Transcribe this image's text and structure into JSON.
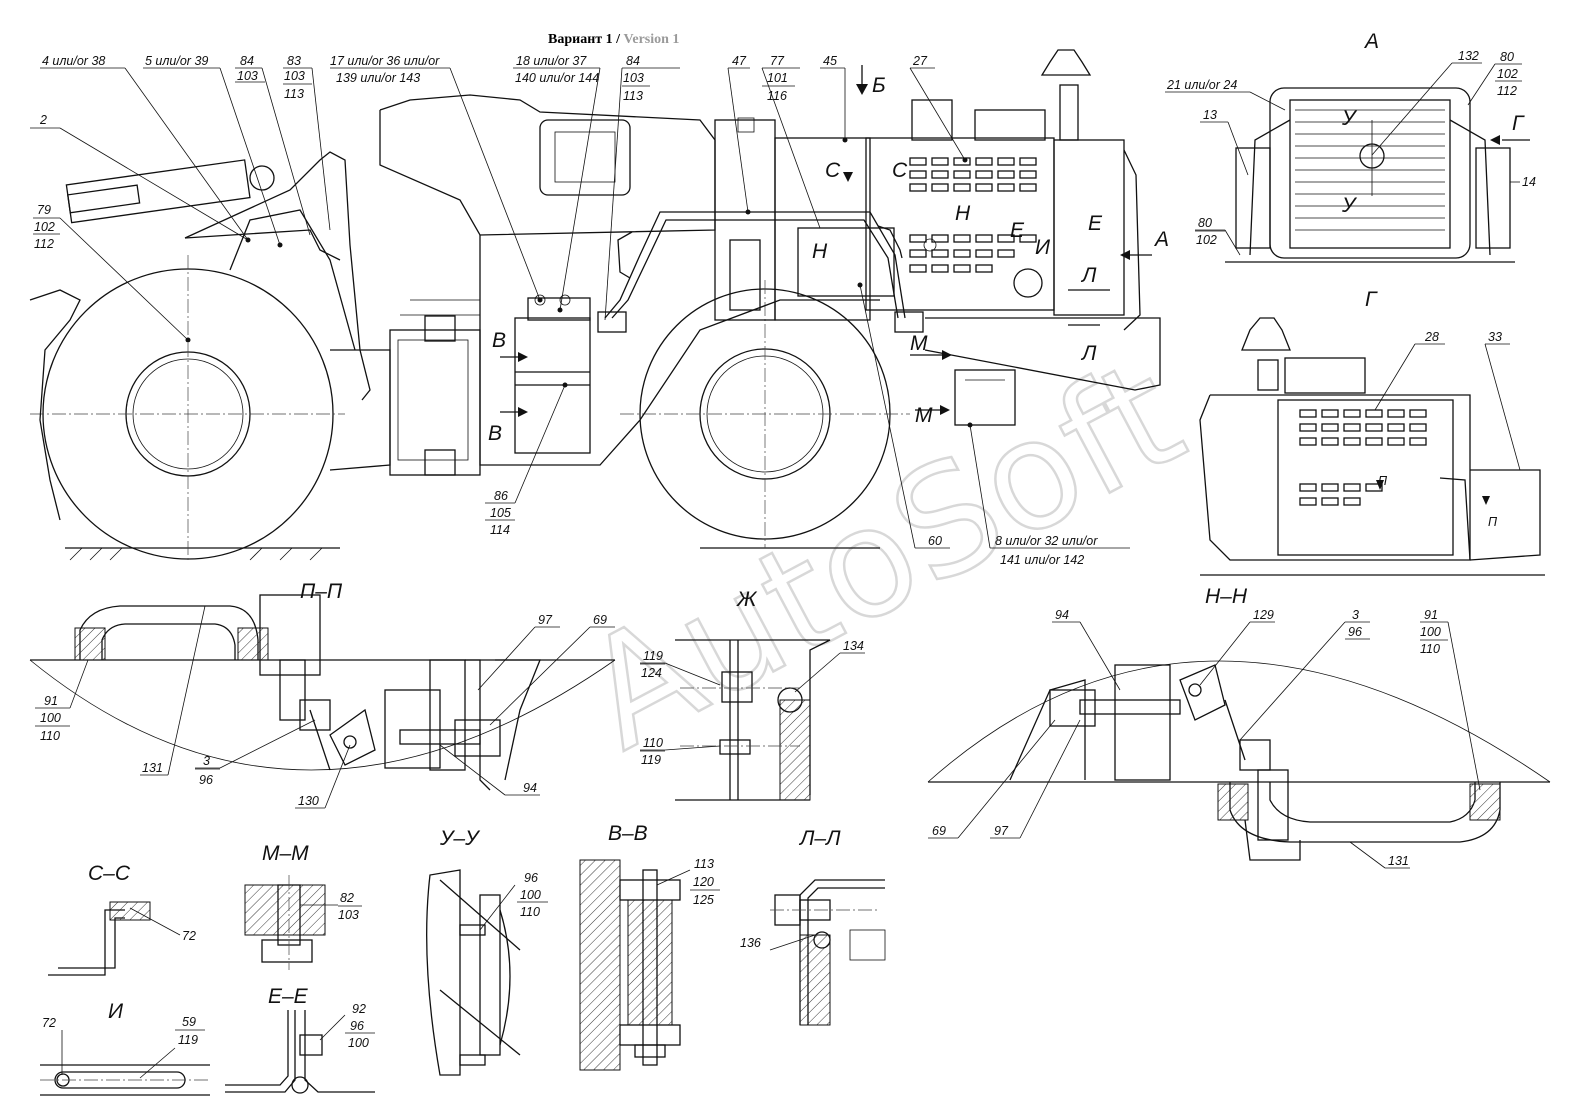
{
  "title": {
    "main": "Вариант 1",
    "sep": " / ",
    "secondary": "Version 1"
  },
  "watermark": "AutoSoft",
  "views": {
    "A": "А",
    "G": "Г",
    "PP": "П–П",
    "NN": "Н–Н",
    "ZH": "Ж",
    "CC": "С–С",
    "MM": "М–М",
    "UU": "У–У",
    "VV": "В–В",
    "LL": "Л–Л",
    "I": "И",
    "EE": "Е–Е"
  },
  "markers": {
    "B_arrow": "Б",
    "A_arrow": "А",
    "G_arrow": "Г",
    "C1": "С",
    "C2": "С",
    "N1": "Н",
    "N2": "Н",
    "E1": "Е",
    "E2": "Е",
    "I": "И",
    "L1": "Л",
    "L2": "Л",
    "M1": "М",
    "M2": "М",
    "V1": "В",
    "V2": "В",
    "U1": "У",
    "U2": "У",
    "P1": "П",
    "P2": "П"
  },
  "callouts": {
    "c1": "4 или/or 38",
    "c2": "5 или/or 39",
    "c3": [
      "84",
      "103"
    ],
    "c4": [
      "83",
      "103",
      "113"
    ],
    "c5a": "17 или/or 36 или/or",
    "c5b": "139 или/or 143",
    "c6a": "18 или/or 37",
    "c6b": "140 или/or 144",
    "c7": [
      "84",
      "103",
      "113"
    ],
    "c8": "47",
    "c9": [
      "77",
      "101",
      "116"
    ],
    "c10": "45",
    "c11": "27",
    "c12": "2",
    "c13": [
      "79",
      "102",
      "112"
    ],
    "c14": [
      "86",
      "105",
      "114"
    ],
    "c15": "60",
    "c16a": "8 или/or 32 или/or",
    "c16b": "141 или/or 142",
    "a1": "21 или/or 24",
    "a2": "132",
    "a3": [
      "80",
      "102",
      "112"
    ],
    "a4": "13",
    "a5": "14",
    "a6": [
      "80",
      "102"
    ],
    "g1": "28",
    "g2": "33",
    "p1": [
      "91",
      "100",
      "110"
    ],
    "p2": "131",
    "p3": [
      "3",
      "96"
    ],
    "p4": "130",
    "p5": "94",
    "p6": "97",
    "p7": "69",
    "z1": [
      "119",
      "124"
    ],
    "z2": "134",
    "z3": [
      "110",
      "119"
    ],
    "n1": "94",
    "n2": "129",
    "n3": [
      "3",
      "96"
    ],
    "n4": [
      "91",
      "100",
      "110"
    ],
    "n5": "69",
    "n6": "97",
    "n7": "131",
    "s1": "72",
    "m1": [
      "82",
      "103"
    ],
    "u1": [
      "96",
      "100",
      "110"
    ],
    "v1": [
      "113",
      "120",
      "125"
    ],
    "l1": "136",
    "i1": "72",
    "i2": [
      "59",
      "119"
    ],
    "e1": [
      "92",
      "96",
      "100"
    ]
  }
}
